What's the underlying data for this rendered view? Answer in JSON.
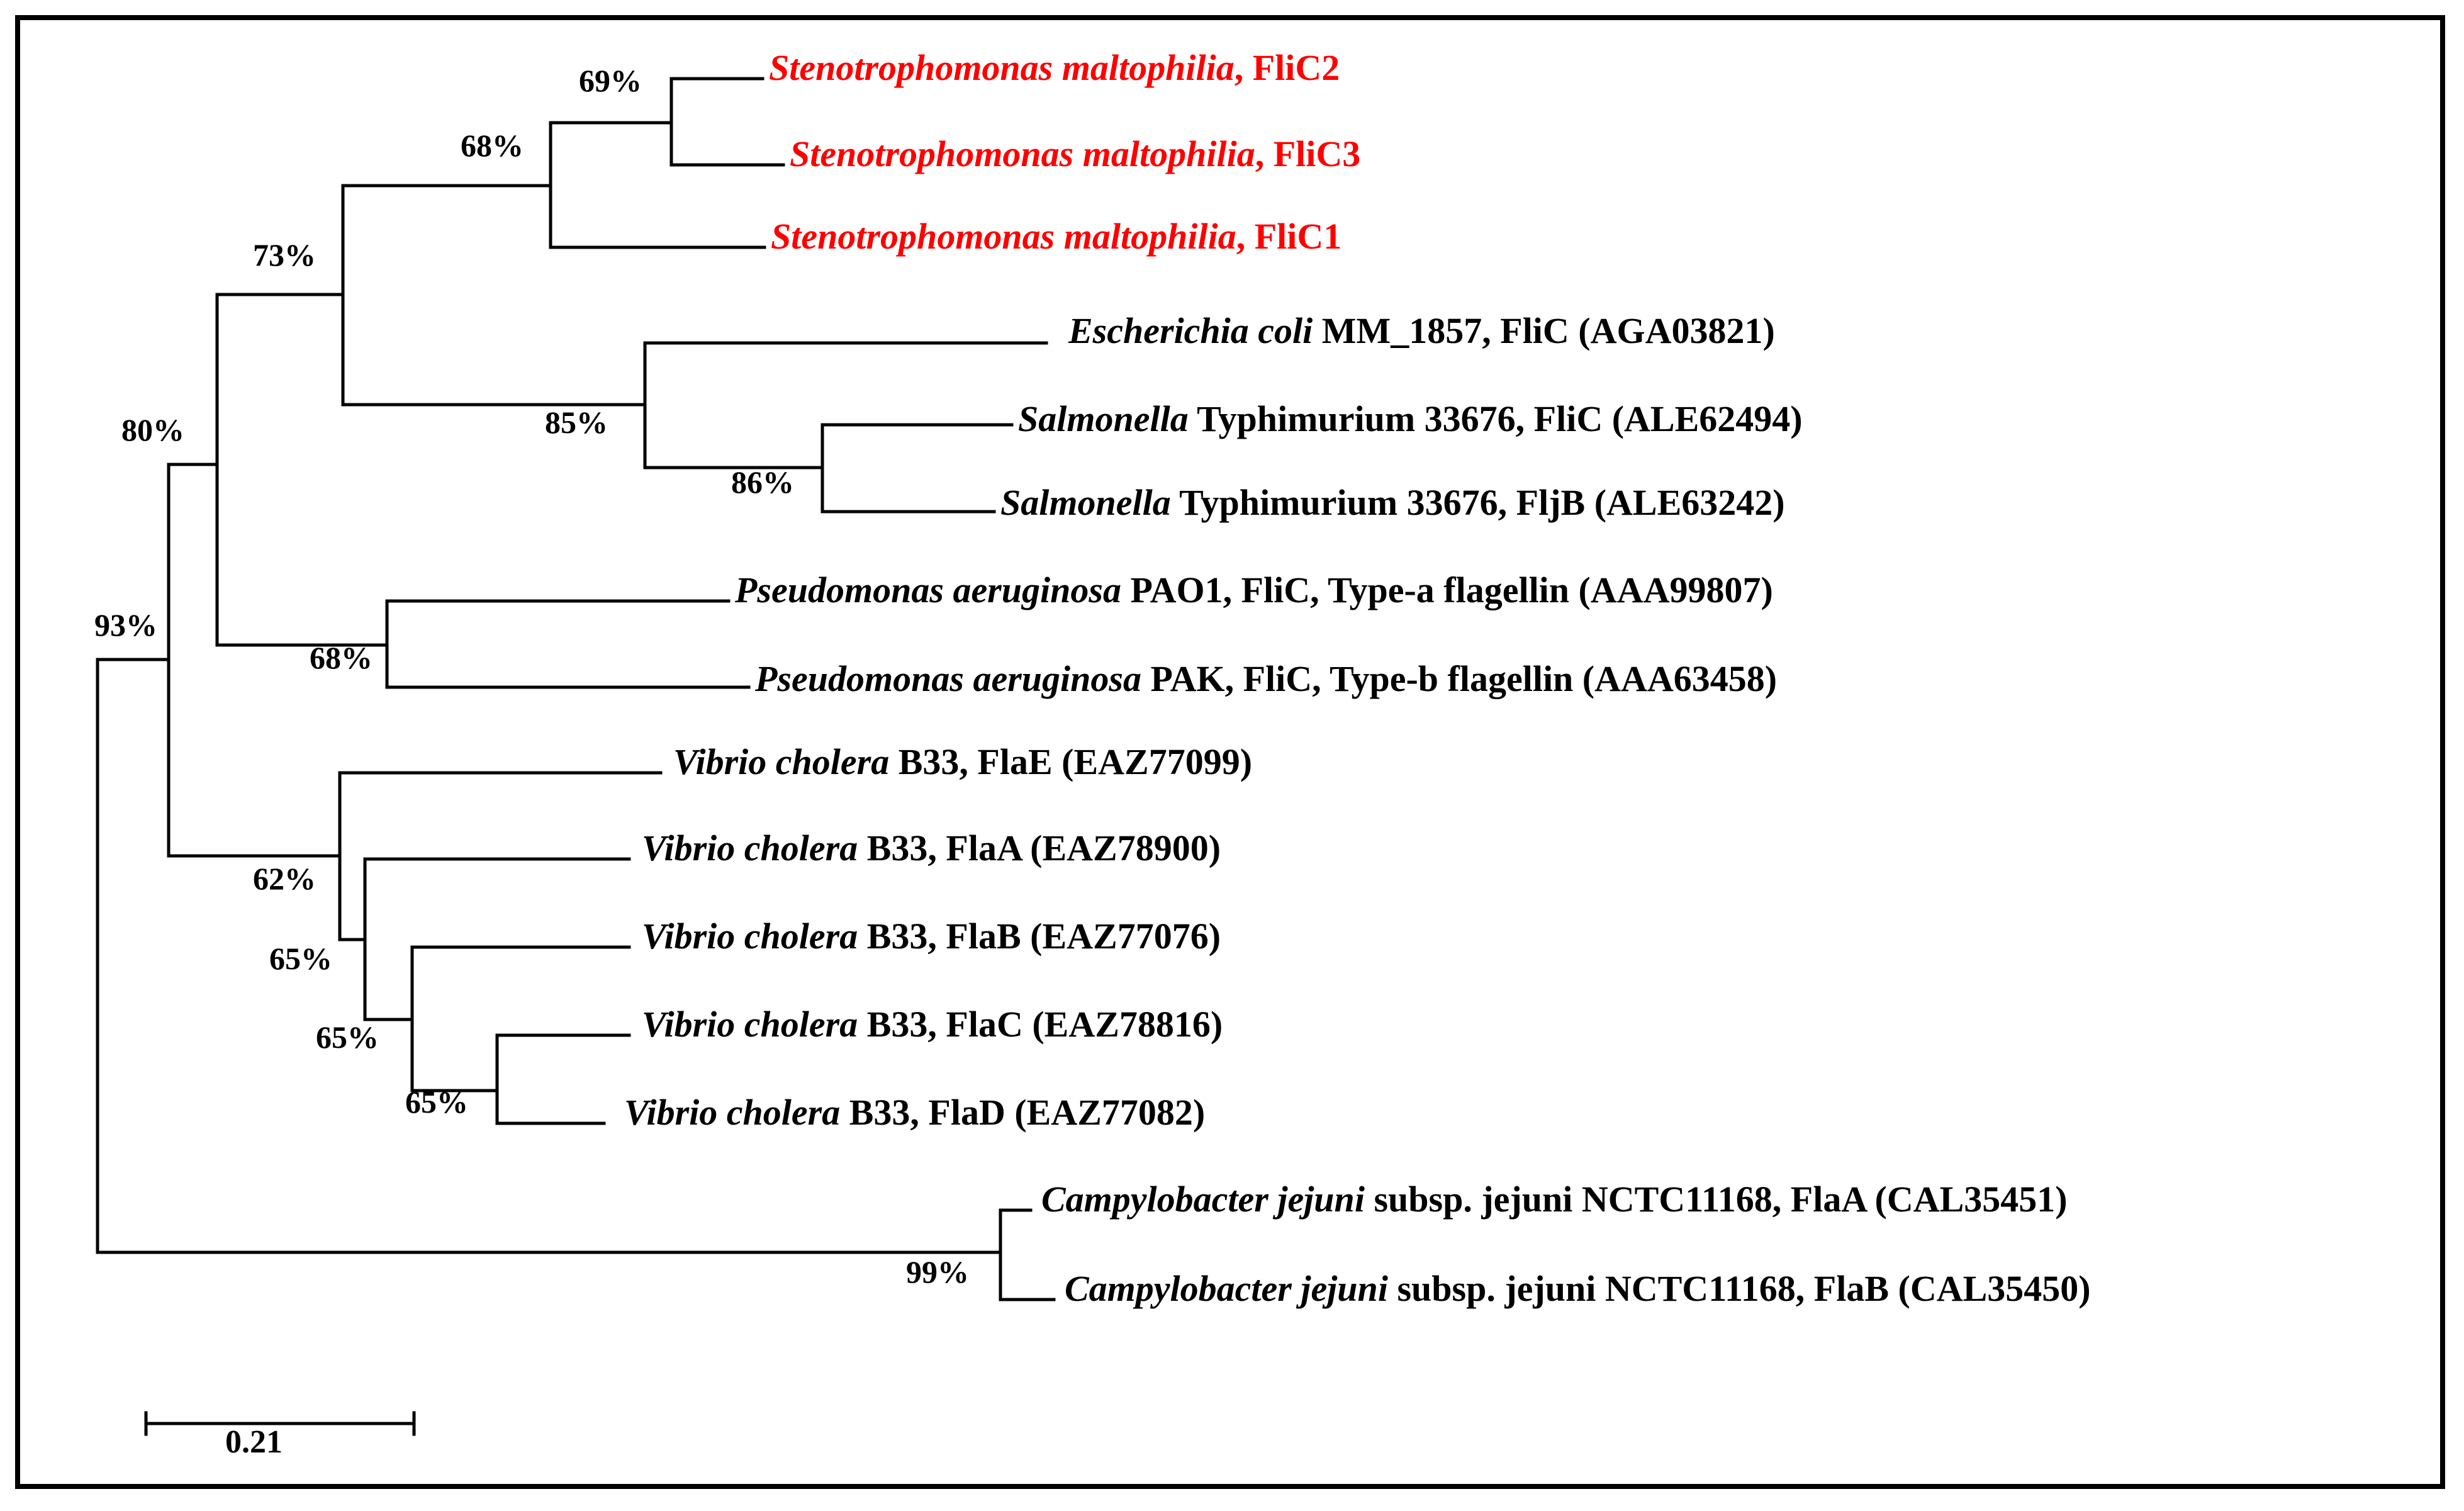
{
  "colors": {
    "highlight": "#ff0000",
    "default": "#000000"
  },
  "leaves": [
    {
      "italic": "Stenotrophomonas maltophilia",
      "rest": ", FliC2",
      "color": "#ff0000"
    },
    {
      "italic": "Stenotrophomonas maltophilia",
      "rest": ", FliC3",
      "color": "#ff0000"
    },
    {
      "italic": "Stenotrophomonas maltophilia",
      "rest": ", FliC1",
      "color": "#ff0000"
    },
    {
      "italic": "Escherichia coli",
      "rest": " MM_1857, FliC (AGA03821)",
      "color": "#000000"
    },
    {
      "italic": "Salmonella",
      "rest": " Typhimurium 33676, FliC (ALE62494)",
      "color": "#000000"
    },
    {
      "italic": "Salmonella",
      "rest": " Typhimurium 33676, FljB (ALE63242)",
      "color": "#000000"
    },
    {
      "italic": "Pseudomonas aeruginosa",
      "rest": " PAO1, FliC, Type-a flagellin (AAA99807)",
      "color": "#000000"
    },
    {
      "italic": "Pseudomonas aeruginosa",
      "rest": " PAK, FliC, Type-b flagellin (AAA63458)",
      "color": "#000000"
    },
    {
      "italic": "Vibrio cholera",
      "rest": " B33, FlaE (EAZ77099)",
      "color": "#000000"
    },
    {
      "italic": "Vibrio cholera",
      "rest": " B33, FlaA (EAZ78900)",
      "color": "#000000"
    },
    {
      "italic": "Vibrio cholera",
      "rest": " B33, FlaB (EAZ77076)",
      "color": "#000000"
    },
    {
      "italic": "Vibrio cholera",
      "rest": " B33, FlaC (EAZ78816)",
      "color": "#000000"
    },
    {
      "italic": "Vibrio cholera",
      "rest": " B33, FlaD (EAZ77082)",
      "color": "#000000"
    },
    {
      "italic": "Campylobacter jejuni",
      "rest": " subsp. jejuni NCTC11168, FlaA (CAL35451)",
      "color": "#000000"
    },
    {
      "italic": "Campylobacter jejuni",
      "rest": " subsp. jejuni NCTC11168, FlaB (CAL35450)",
      "color": "#000000"
    }
  ],
  "bootstrap": {
    "stenotrophomonas_fliC2_fliC3": "69%",
    "stenotrophomonas_clade": "68%",
    "stenotrophomonas_enterobacteria": "73%",
    "ecoli_salmonella": "85%",
    "salmonella_pair": "86%",
    "beta_gamma_group": "80%",
    "pseudomonas_pair": "68%",
    "ingroup": "93%",
    "vibrio_clade": "62%",
    "vibrio_flaA_subclade": "65%",
    "vibrio_flaB_subclade": "65%",
    "vibrio_flaC_flaD": "65%",
    "campylobacter_pair": "99%"
  },
  "scale_bar": {
    "label": "0.21",
    "branch_length": 0.21
  }
}
